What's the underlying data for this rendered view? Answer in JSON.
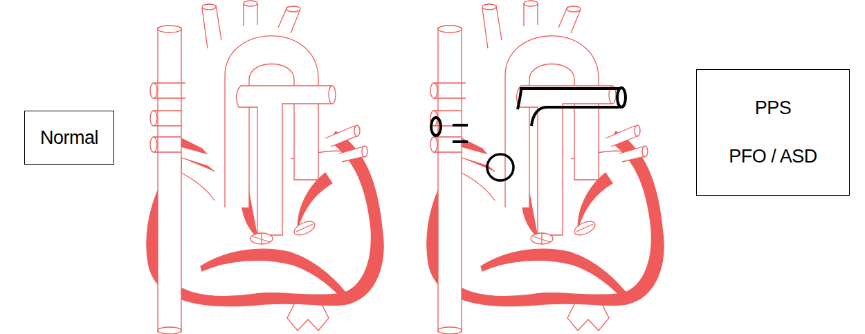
{
  "diagram": {
    "nodes": [
      {
        "text": [
          "Normal"
        ]
      },
      {
        "text": [
          "PPS",
          "PFO / ASD"
        ]
      }
    ]
  }
}
